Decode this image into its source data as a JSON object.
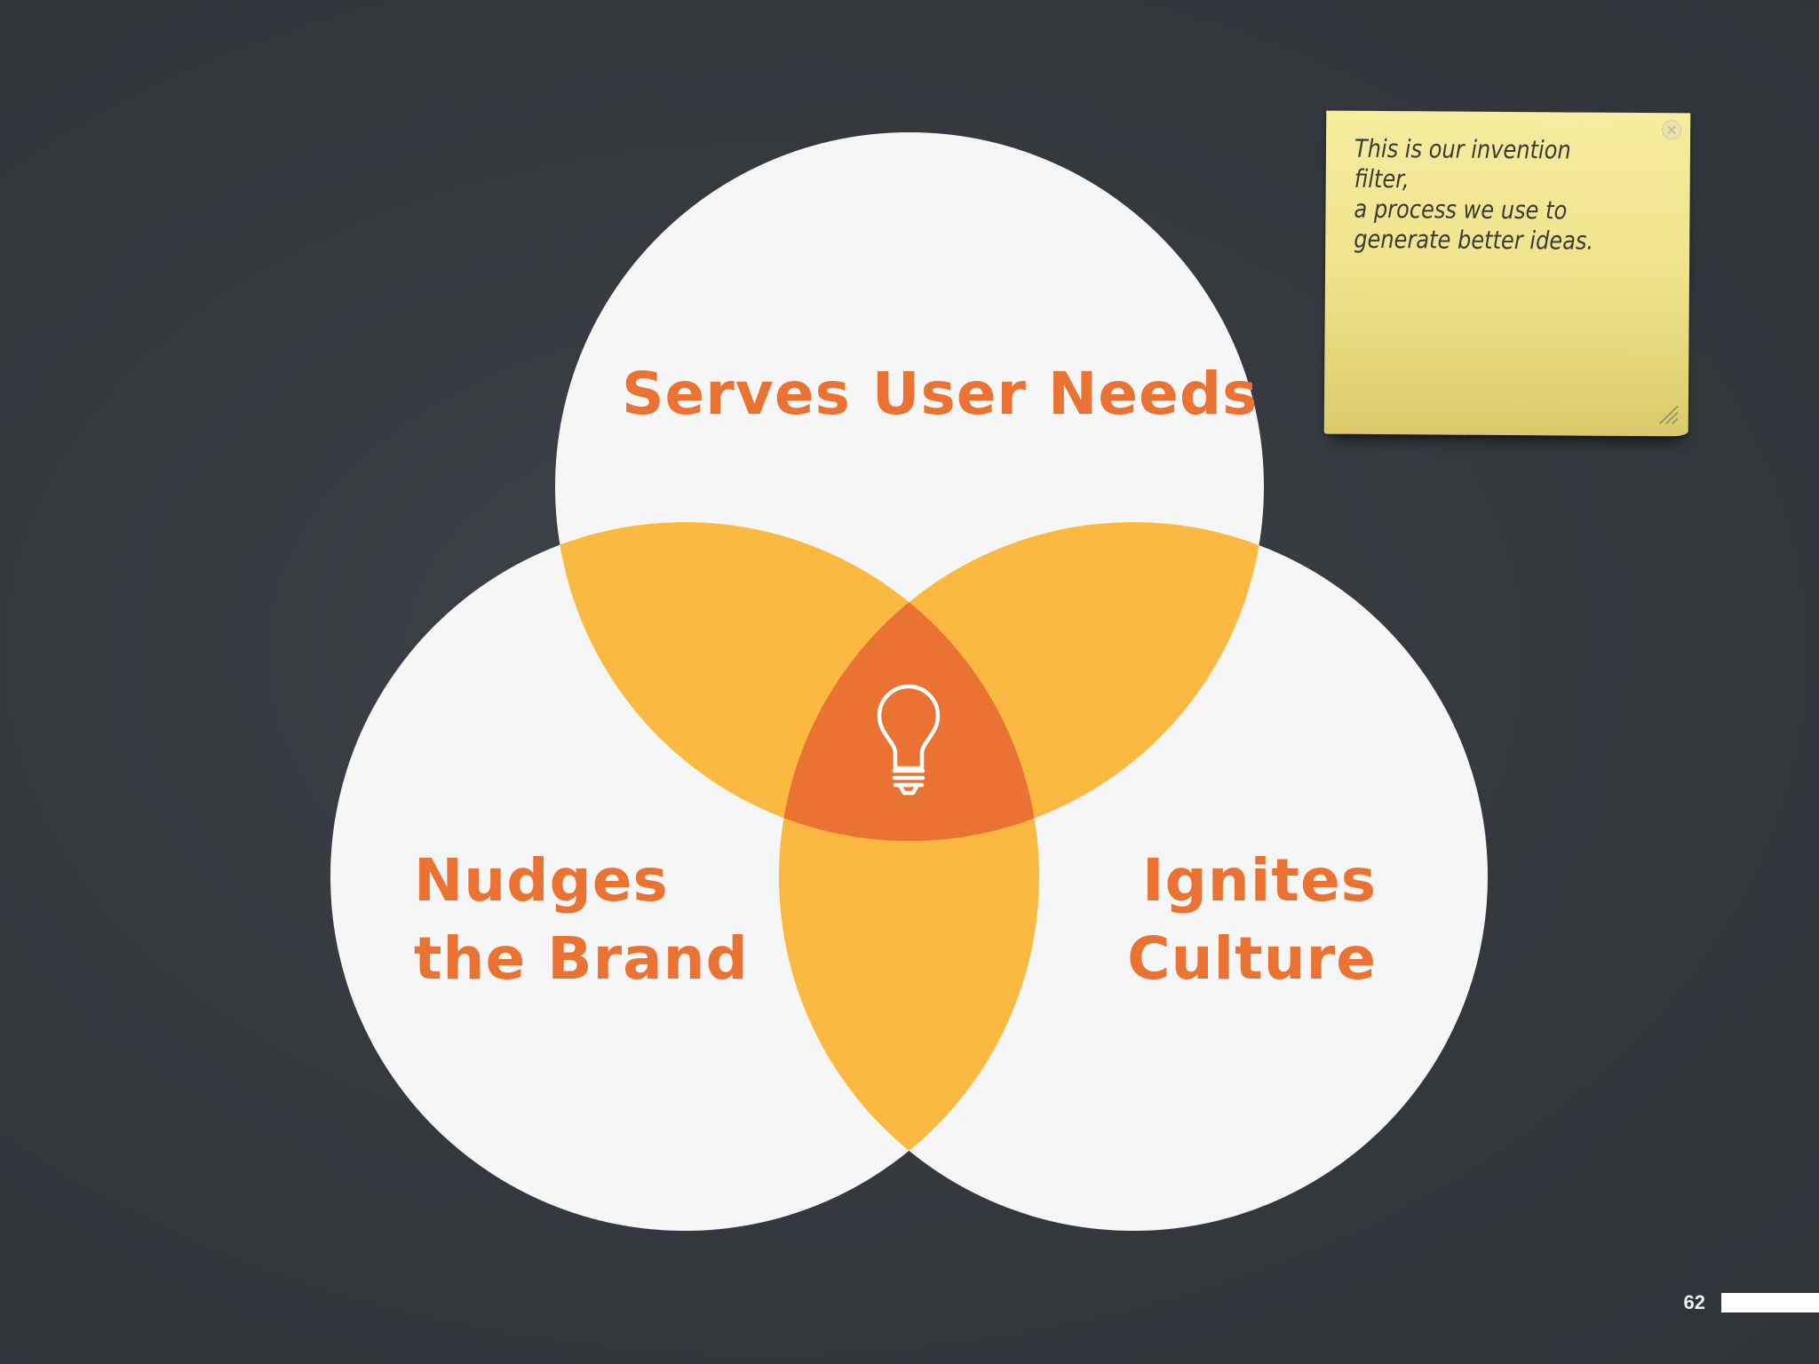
{
  "colors": {
    "background": "#363a3f",
    "circle_fill": "#f6f6f7",
    "pairwise_overlap": "#fcb941",
    "center_overlap": "#ea7232",
    "label_text": "#ea7232",
    "icon": "#ffffff",
    "sticky_note": "#f0e48e"
  },
  "venn": {
    "circles": [
      {
        "id": "top",
        "label_lines": [
          "Serves User Needs"
        ]
      },
      {
        "id": "left",
        "label_lines": [
          "Nudges",
          "the Brand"
        ]
      },
      {
        "id": "right",
        "label_lines": [
          "Ignites",
          "Culture"
        ]
      }
    ],
    "center_icon": "lightbulb-icon"
  },
  "sticky_note": {
    "lines": [
      "This is our invention filter,",
      "a process we use to",
      "generate better ideas."
    ],
    "close_icon": "close-icon",
    "resize_icon": "resize-handle-icon"
  },
  "page": {
    "number": "62"
  }
}
